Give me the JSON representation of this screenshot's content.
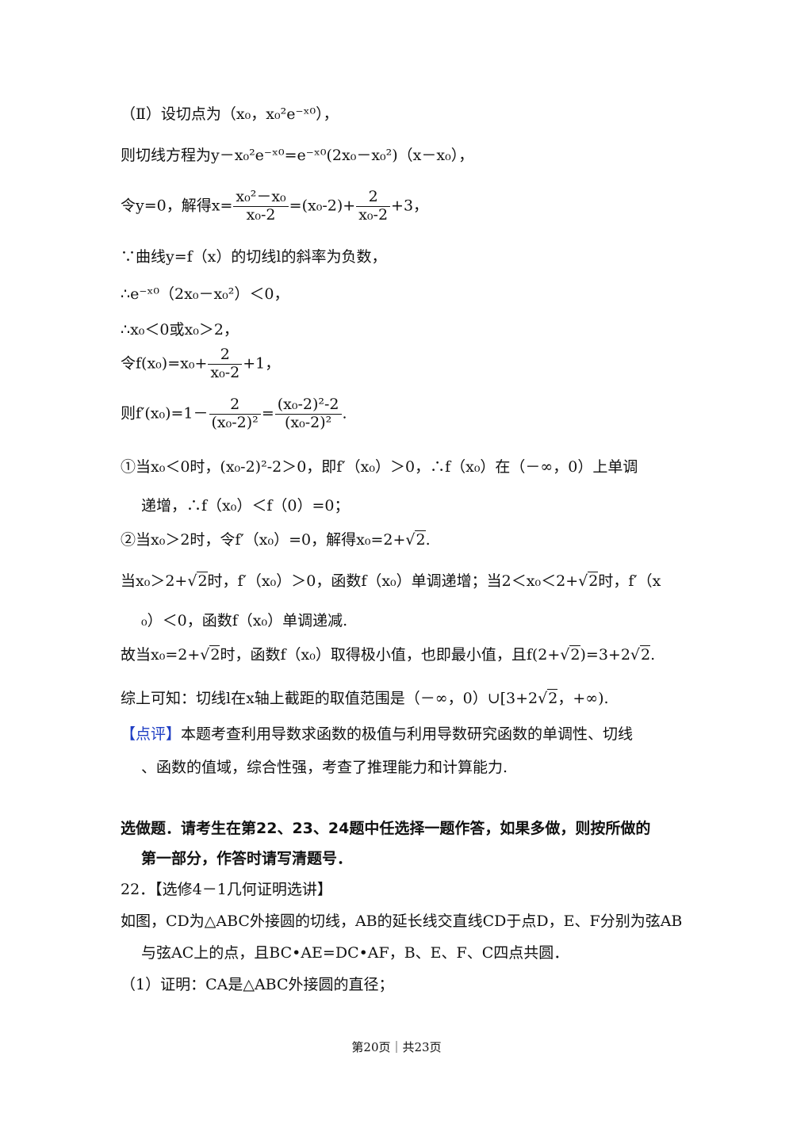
{
  "lines": {
    "l1": "（Ⅱ）设切点为（x₀，x₀²e⁻ˣ⁰），",
    "l2": "则切线方程为y－x₀²e⁻ˣ⁰=e⁻ˣ⁰(2x₀－x₀²)（x－x₀），",
    "l3_a": "令y=0，解得x=",
    "l3_b": "=(x₀-2)+",
    "l3_c": "+3，",
    "l3_n1": "x₀²－x₀",
    "l3_d1": "x₀-2",
    "l3_n2": "2",
    "l3_d2": "x₀-2",
    "l4": "∵曲线y=f（x）的切线l的斜率为负数，",
    "l5": "∴e⁻ˣ⁰（2x₀－x₀²）＜0，",
    "l6": "∴x₀＜0或x₀＞2，",
    "l7_a": "令f(x₀)=x₀+",
    "l7_n": "2",
    "l7_d": "x₀-2",
    "l7_b": "+1，",
    "l8_a": "则f′(x₀)=1－",
    "l8_n1": "2",
    "l8_d1": "(x₀-2)²",
    "l8_eq": "=",
    "l8_n2": "(x₀-2)²-2",
    "l8_d2": "(x₀-2)²",
    "l8_end": ".",
    "l9": "①当x₀＜0时，(x₀-2)²-2＞0，即f′（x₀）＞0，∴f（x₀）在（－∞，0）上单调",
    "l10": "递增，∴f（x₀）＜f（0）=0；",
    "l11_a": "②当x₀＞2时，令f′（x₀）=0，解得x₀=2+√",
    "l11_r": "2",
    "l11_b": ".",
    "l12_a": "当x₀＞2+√",
    "l12_r1": "2",
    "l12_b": "时，f′（x₀）＞0，函数f（x₀）单调递增；当2＜x₀＜2+√",
    "l12_r2": "2",
    "l12_c": "时，f′（x",
    "l13": "₀）＜0，函数f（x₀）单调递减.",
    "l14_a": "故当x₀=2+√",
    "l14_r1": "2",
    "l14_b": "时，函数f（x₀）取得极小值，也即最小值，且f(2+√",
    "l14_r2": "2",
    "l14_c": ")=3+2√",
    "l14_r3": "2",
    "l14_d": ".",
    "l15_a": "综上可知：切线l在x轴上截距的取值范围是（－∞，0）∪[3+2√",
    "l15_r": "2",
    "l15_b": "，+∞).",
    "comment_tag": "【点评】",
    "comment_1": "本题考查利用导数求函数的极值与利用导数研究函数的单调性、切线",
    "comment_2": "、函数的值域，综合性强，考查了推理能力和计算能力.",
    "sec_1": "选做题．请考生在第22、23、24题中任选择一题作答，如果多做，则按所做的",
    "sec_2": "第一部分，作答时请写清题号．",
    "q22_title": "22．【选修4－1几何证明选讲】",
    "q22_1": "如图，CD为△ABC外接圆的切线，AB的延长线交直线CD于点D，E、F分别为弦AB",
    "q22_2": "与弦AC上的点，且BC•AE=DC•AF，B、E、F、C四点共圆．",
    "q22_3": "（1）证明：CA是△ABC外接圆的直径；"
  },
  "footer": "第20页｜共23页",
  "colors": {
    "accent": "#1f3ec4",
    "text": "#111111"
  }
}
